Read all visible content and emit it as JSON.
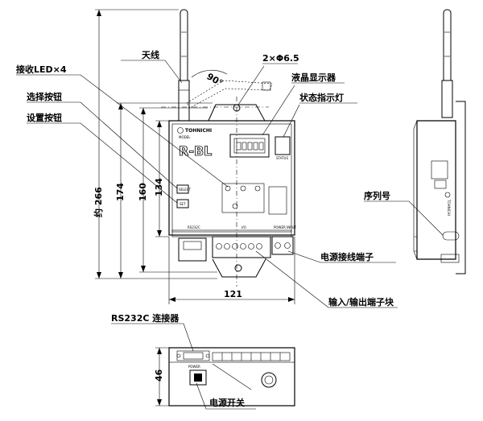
{
  "labels": {
    "antenna": "天线",
    "receive_led": "接收LED×4",
    "select_button": "选择按钮",
    "set_button": "设置按钮",
    "holes": "2×Φ6.5",
    "lcd": "液晶显示器",
    "status_led": "状态指示灯",
    "serial_no": "序列号",
    "power_terminal": "电源接线端子",
    "io_terminal": "输入/输出端子块",
    "rs232c": "RS232C 连接器",
    "power_switch": "电源开关"
  },
  "dimensions": {
    "overall_height": "约 266",
    "d174": "174",
    "d160": "160",
    "d134": "134",
    "width": "121",
    "depth": "46",
    "angle": "90°"
  },
  "device": {
    "brand": "TOHNICHI",
    "model_label": "MODEL",
    "model": "R-BL",
    "select_key": "SELECT",
    "set_key": "SET",
    "status_caption": "STATUS",
    "rs232c_caption": "RS232C",
    "io_caption": "I/O",
    "power_input_caption": "POWER INPUT",
    "power_caption": "POWER"
  }
}
